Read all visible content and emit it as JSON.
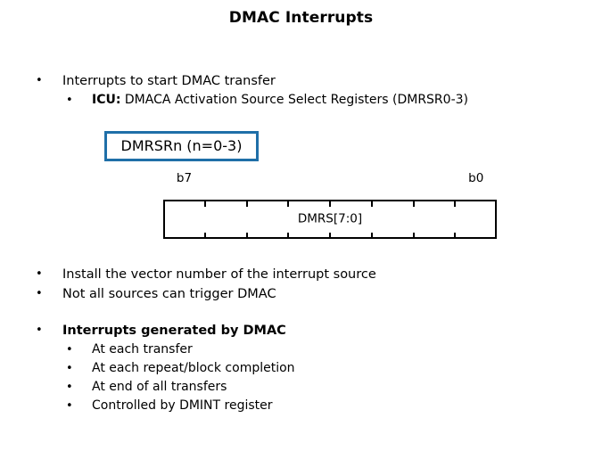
{
  "slide": {
    "title": "DMAC Interrupts",
    "accent_color": "#1F6FA8",
    "text_color": "#000000",
    "background_color": "#FFFFFF"
  },
  "top_bullets": [
    {
      "level": 1,
      "marker": "•",
      "text": "Interrupts to start DMAC transfer"
    },
    {
      "level": 2,
      "marker": "•",
      "bold_prefix": "ICU:",
      "text": " DMACA Activation Source Select Registers (DMRSR0-3)"
    }
  ],
  "register_box": {
    "label": "DMRSRn (n=0-3)",
    "border_color": "#1F6FA8"
  },
  "bitfield": {
    "msb_label": "b7",
    "lsb_label": "b0",
    "field_label": "DMRS[7:0]",
    "bit_count": 8
  },
  "mid_bullets": [
    {
      "level": 1,
      "marker": "•",
      "text": "Install the vector number of the interrupt source"
    },
    {
      "level": 1,
      "marker": "•",
      "text": "Not all sources can trigger DMAC"
    }
  ],
  "bottom_bullets": [
    {
      "level": 1,
      "marker": "•",
      "text": "Interrupts generated by DMAC",
      "bold": true
    },
    {
      "level": 2,
      "marker": "•",
      "text": "At each transfer"
    },
    {
      "level": 2,
      "marker": "•",
      "text": "At each repeat/block completion"
    },
    {
      "level": 2,
      "marker": "•",
      "text": "At end of all transfers"
    },
    {
      "level": 2,
      "marker": "•",
      "text": "Controlled by DMINT register"
    }
  ]
}
